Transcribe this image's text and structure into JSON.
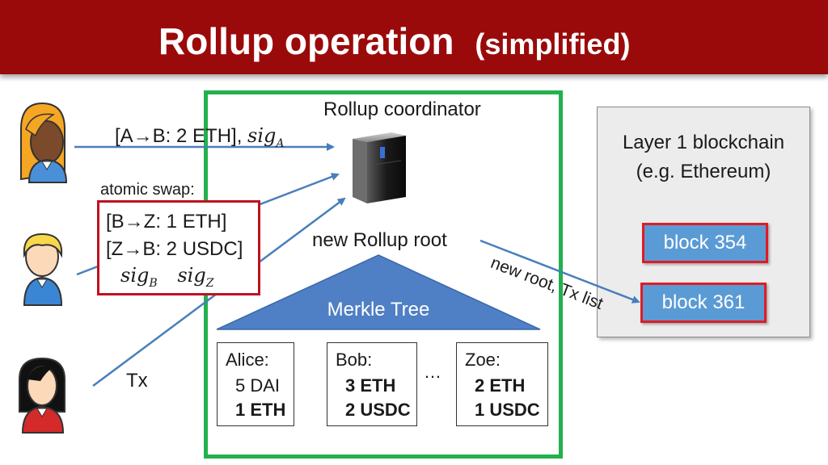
{
  "title": {
    "main": "Rollup operation",
    "sub": "(simplified)"
  },
  "coordinator": {
    "label": "Rollup coordinator"
  },
  "tx_alice": {
    "text": "[A→B:  2 ETH],",
    "sig_base": "sig",
    "sig_sub": "A"
  },
  "atomic_swap": {
    "label": "atomic swap:",
    "line1": "[B→Z:  1 ETH]",
    "line2": "[Z→B:  2 USDC]",
    "sig1_base": "sig",
    "sig1_sub": "B",
    "sig2_base": "sig",
    "sig2_sub": "Z"
  },
  "tx_label": "Tx",
  "rollup_root": "new Rollup root",
  "merkle_tree": "Merkle Tree",
  "accounts": [
    {
      "name": "Alice:",
      "line1": "5 DAI",
      "line2": "1 ETH"
    },
    {
      "name": "Bob:",
      "line1": "3 ETH",
      "line2": "2 USDC"
    },
    {
      "name": "Zoe:",
      "line1": "2 ETH",
      "line2": "1 USDC"
    }
  ],
  "ellipsis": "…",
  "layer1": {
    "line1": "Layer 1 blockchain",
    "line2": "(e.g. Ethereum)"
  },
  "blocks": [
    {
      "label": "block  354"
    },
    {
      "label": "block  361"
    }
  ],
  "root_arrow_label": "new root, Tx list",
  "colors": {
    "header": "#9b0a0a",
    "green_border": "#22b14c",
    "red_border": "#e01b24",
    "block_fill": "#5b9bd5",
    "arrow": "#4a7ebb",
    "merkle_fill": "#4f7fc4"
  }
}
